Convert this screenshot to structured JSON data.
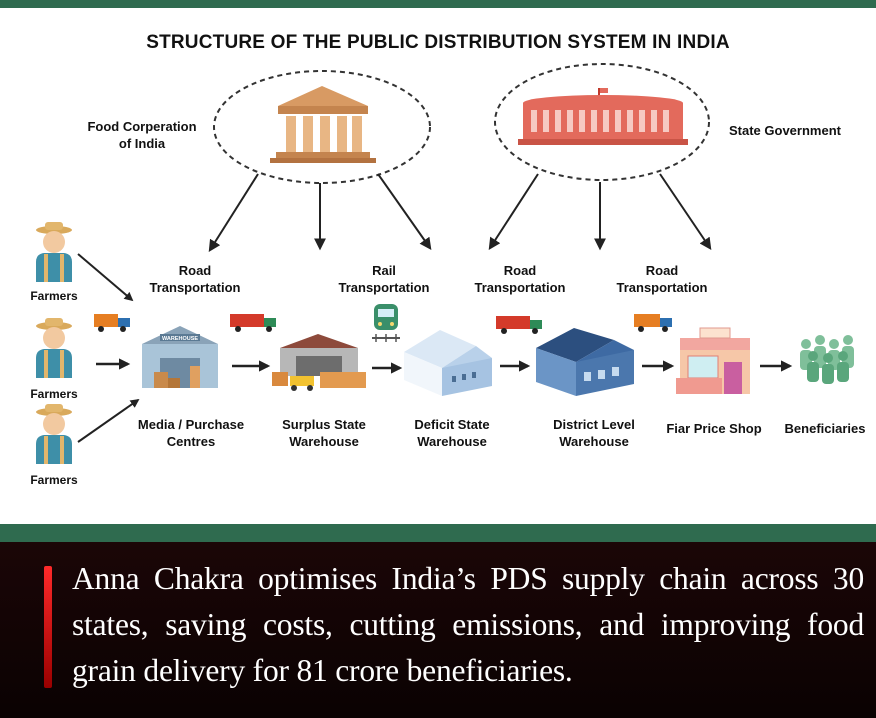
{
  "title": "STRUCTURE OF THE PUBLIC DISTRIBUTION SYSTEM IN INDIA",
  "sources": {
    "fci": "Food Corperation\nof India",
    "state": "State Government"
  },
  "farmers": [
    "Farmers",
    "Farmers",
    "Farmers"
  ],
  "transport": [
    "Road\nTransportation",
    "Rail\nTransportation",
    "Road\nTransportation",
    "Road\nTransportation"
  ],
  "nodes": [
    "Media / Purchase\nCentres",
    "Surplus State\nWarehouse",
    "Deficit State\nWarehouse",
    "District Level\nWarehouse",
    "Fiar Price Shop",
    "Beneficiaries"
  ],
  "warehouse_sign": "WAREHOUSE",
  "caption": "Anna Chakra optimises India’s PDS supply chain across 30 states, saving costs, cutting emissions, and improving food grain delivery for 81 crore beneficiaries.",
  "colors": {
    "band": "#2f6b4f",
    "caption_bar": "#e01010",
    "parliament": "#e36a5c",
    "fci_building": "#d89a63",
    "truck": "#d43a2a"
  }
}
